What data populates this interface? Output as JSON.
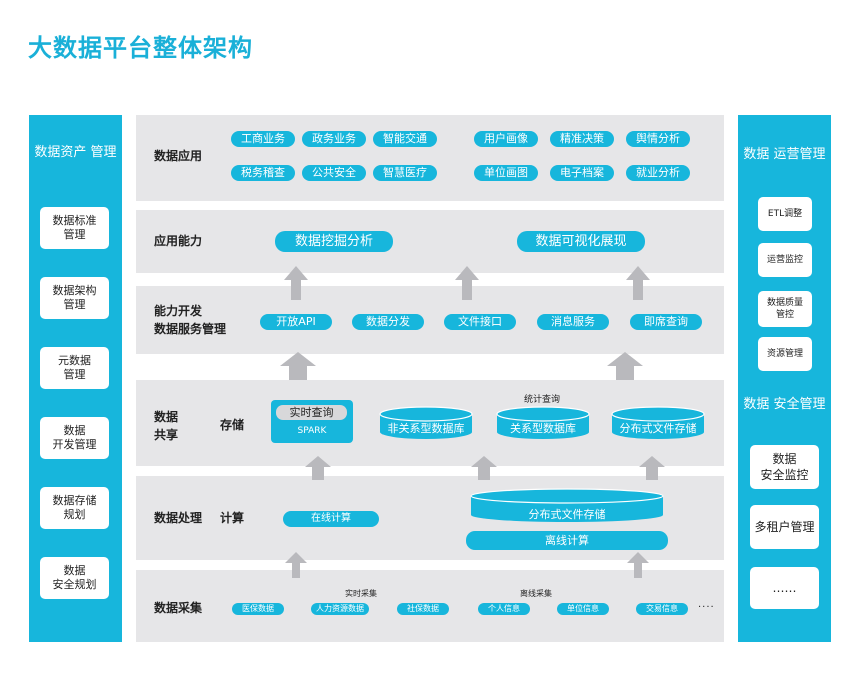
{
  "title": "大数据平台整体架构",
  "left_panel": {
    "title": "数据资产\n管理",
    "items": [
      "数据标准\n管理",
      "数据架构\n管理",
      "元数据\n管理",
      "数据\n开发管理",
      "数据存储\n规划",
      "数据\n安全规划"
    ]
  },
  "right_panel": {
    "ops_title": "数据\n运营管理",
    "ops_items": [
      "ETL调整",
      "运营监控",
      "数据质量\n管控",
      "资源管理"
    ],
    "sec_title": "数据\n安全管理",
    "sec_items": [
      "数据\n安全监控",
      "多租户管理",
      "……"
    ]
  },
  "app_layer": {
    "label": "数据应用",
    "items": [
      "工商业务",
      "政务业务",
      "智能交通",
      "用户画像",
      "精准决策",
      "舆情分析",
      "税务稽查",
      "公共安全",
      "智慧医疗",
      "单位画图",
      "电子档案",
      "就业分析"
    ]
  },
  "capability_layer": {
    "label": "应用能力",
    "items": [
      "数据挖掘分析",
      "数据可视化展现"
    ]
  },
  "dev_layer": {
    "label": "能力开发\n数据服务管理",
    "items": [
      "开放API",
      "数据分发",
      "文件接口",
      "消息服务",
      "即席查询"
    ]
  },
  "share_layer": {
    "label": "数据\n共享",
    "sublabel": "存储",
    "realtime_query": "实时查询",
    "spark": "SPARK",
    "stat_query": "统计查询",
    "db1": "非关系型数据库",
    "db2": "关系型数据库",
    "db3": "分布式文件存储"
  },
  "process_layer": {
    "label": "数据处理",
    "sublabel": "计算",
    "online": "在线计算",
    "dfs": "分布式文件存储",
    "offline": "离线计算"
  },
  "collect_layer": {
    "label": "数据采集",
    "realtime_caption": "实时采集",
    "offline_caption": "离线采集",
    "items": [
      "医保数据",
      "人力资源数据",
      "社保数据",
      "个人信息",
      "单位信息",
      "交易信息"
    ],
    "more": "····"
  },
  "colors": {
    "accent": "#17b6dc",
    "layer_bg": "#e6e6e8",
    "arrow": "#b9b9bd"
  }
}
